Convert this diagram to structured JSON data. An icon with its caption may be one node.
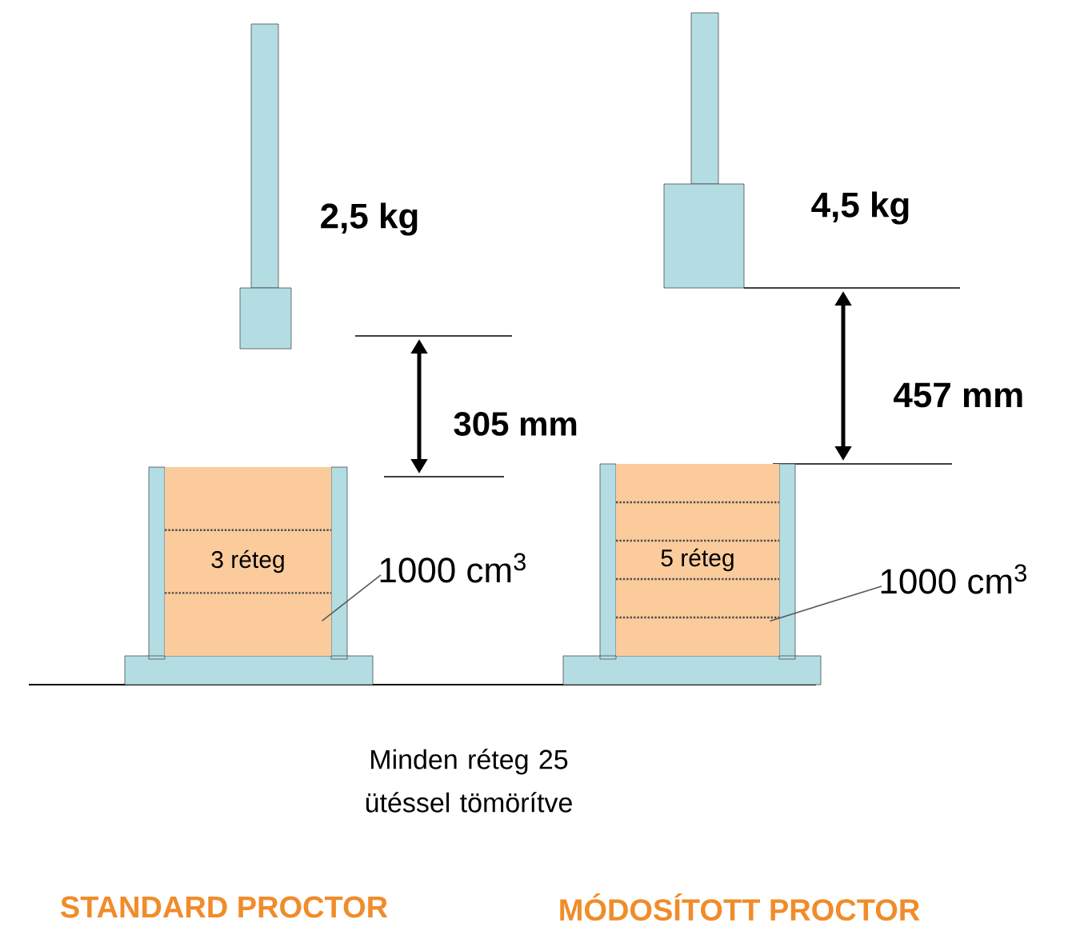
{
  "diagram": {
    "nodes": [
      {
        "text": [
          "3 réteg"
        ]
      },
      {
        "text": [
          "1000 cm$^{3}$"
        ]
      },
      {
        "text": [
          "5 réteg"
        ]
      },
      {
        "text": [
          "1000 cm$^{3}$"
        ]
      }
    ],
    "edges": [
      {
        "from": 1,
        "to": 0,
        "arrow": "none"
      },
      {
        "from": 3,
        "to": 2,
        "arrow": "none"
      }
    ],
    "labels": [
      "2,5 kg",
      "305 mm",
      "4,5 kg",
      "457 mm",
      "Minden réteg 25 ütéssel tömörítve",
      "STANDARD PROCTOR",
      "MÓDOSÍTOTT PROCTOR"
    ]
  }
}
